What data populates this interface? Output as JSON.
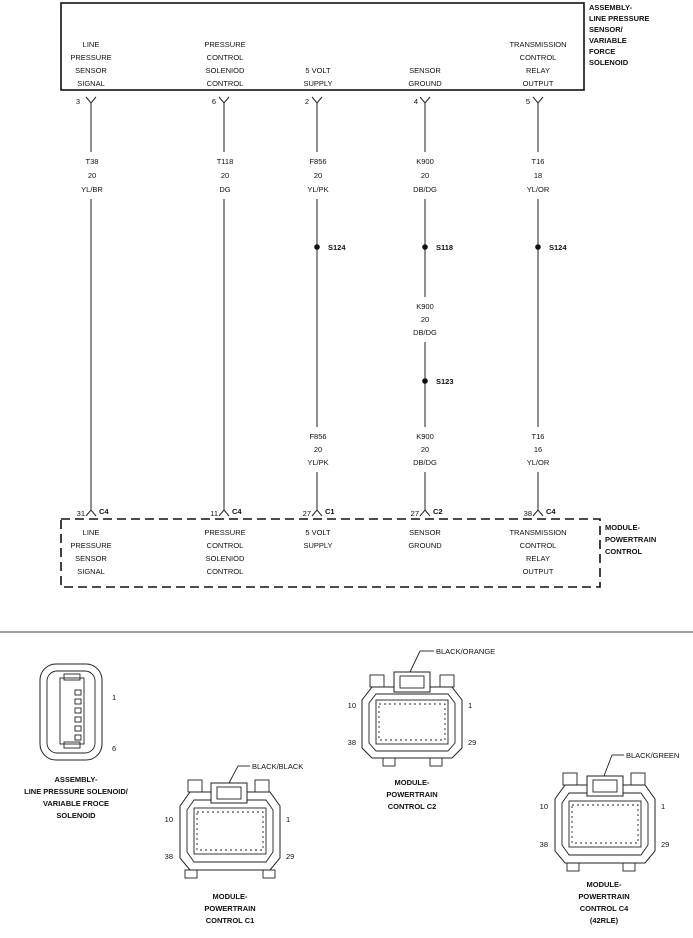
{
  "top_component": {
    "name_lines": [
      "ASSEMBLY-",
      "LINE PRESSURE",
      "SENSOR/",
      "VARIABLE",
      "FORCE",
      "SOLENOID"
    ]
  },
  "bottom_component": {
    "name_lines": [
      "MODULE-",
      "POWERTRAIN",
      "CONTROL"
    ]
  },
  "circuits": [
    {
      "top_label": [
        "LINE",
        "PRESSURE",
        "SENSOR",
        "SIGNAL"
      ],
      "top_pin": "3",
      "wire_upper": [
        "T38",
        "20",
        "YL/BR"
      ],
      "splices": [],
      "wire_mid": [],
      "wire_lower": [],
      "bottom_pin": "31",
      "bottom_conn": "C4",
      "bottom_label": [
        "LINE",
        "PRESSURE",
        "SENSOR",
        "SIGNAL"
      ]
    },
    {
      "top_label": [
        "PRESSURE",
        "CONTROL",
        "SOLENIOD",
        "CONTROL"
      ],
      "top_pin": "6",
      "wire_upper": [
        "T118",
        "20",
        "DG"
      ],
      "splices": [],
      "wire_mid": [],
      "wire_lower": [],
      "bottom_pin": "11",
      "bottom_conn": "C4",
      "bottom_label": [
        "PRESSURE",
        "CONTROL",
        "SOLENIOD",
        "CONTROL"
      ]
    },
    {
      "top_label": [
        "5 VOLT",
        "SUPPLY"
      ],
      "top_pin": "2",
      "wire_upper": [
        "F856",
        "20",
        "YL/PK"
      ],
      "splices": [
        "S124"
      ],
      "wire_mid": [],
      "wire_lower": [
        "F856",
        "20",
        "YL/PK"
      ],
      "bottom_pin": "27",
      "bottom_conn": "C1",
      "bottom_label": [
        "5 VOLT",
        "SUPPLY"
      ]
    },
    {
      "top_label": [
        "SENSOR",
        "GROUND"
      ],
      "top_pin": "4",
      "wire_upper": [
        "K900",
        "20",
        "DB/DG"
      ],
      "splices": [
        "S118",
        "S123"
      ],
      "wire_mid": [
        "K900",
        "20",
        "DB/DG"
      ],
      "wire_lower": [
        "K900",
        "20",
        "DB/DG"
      ],
      "bottom_pin": "27",
      "bottom_conn": "C2",
      "bottom_label": [
        "SENSOR",
        "GROUND"
      ]
    },
    {
      "top_label": [
        "TRANSMISSION",
        "CONTROL",
        "RELAY",
        "OUTPUT"
      ],
      "top_pin": "5",
      "wire_upper": [
        "T16",
        "18",
        "YL/OR"
      ],
      "splices": [
        "S124"
      ],
      "wire_mid": [],
      "wire_lower": [
        "T16",
        "16",
        "YL/OR"
      ],
      "bottom_pin": "38",
      "bottom_conn": "C4",
      "bottom_label": [
        "TRANSMISSION",
        "CONTROL",
        "RELAY",
        "OUTPUT"
      ]
    }
  ],
  "connector_views": [
    {
      "caption": [
        "ASSEMBLY-",
        "LINE PRESSURE SOLENOID/",
        "VARIABLE FROCE",
        "SOLENOID"
      ],
      "color": "",
      "pins": [
        "1",
        "6"
      ]
    },
    {
      "caption": [
        "MODULE-",
        "POWERTRAIN",
        "CONTROL C1"
      ],
      "color": "BLACK/BLACK",
      "pins": [
        "10",
        "1",
        "38",
        "29"
      ]
    },
    {
      "caption": [
        "MODULE-",
        "POWERTRAIN",
        "CONTROL C2"
      ],
      "color": "BLACK/ORANGE",
      "pins": [
        "10",
        "1",
        "38",
        "29"
      ]
    },
    {
      "caption": [
        "MODULE-",
        "POWERTRAIN",
        "CONTROL C4",
        "(42RLE)"
      ],
      "color": "BLACK/GREEN",
      "pins": [
        "10",
        "1",
        "38",
        "29"
      ]
    }
  ]
}
